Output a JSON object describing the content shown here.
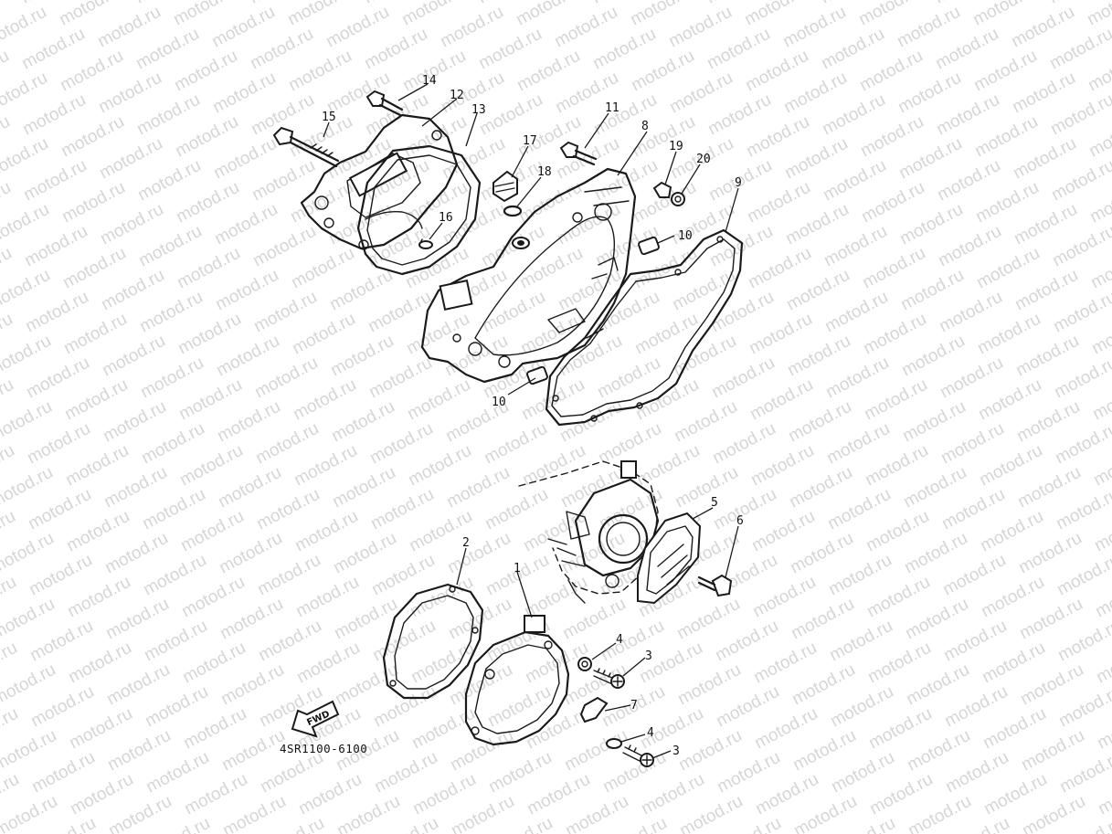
{
  "watermark": "motod.ru",
  "diagram_code": "4SR1100-6100",
  "fwd_label": "FWD",
  "callouts": {
    "c1": "1",
    "c2": "2",
    "c3a": "3",
    "c3b": "3",
    "c4a": "4",
    "c4b": "4",
    "c5": "5",
    "c6": "6",
    "c7": "7",
    "c8": "8",
    "c9": "9",
    "c10a": "10",
    "c10b": "10",
    "c11": "11",
    "c12": "12",
    "c13": "13",
    "c14": "14",
    "c15": "15",
    "c16": "16",
    "c17": "17",
    "c18": "18",
    "c19": "19",
    "c20": "20"
  }
}
